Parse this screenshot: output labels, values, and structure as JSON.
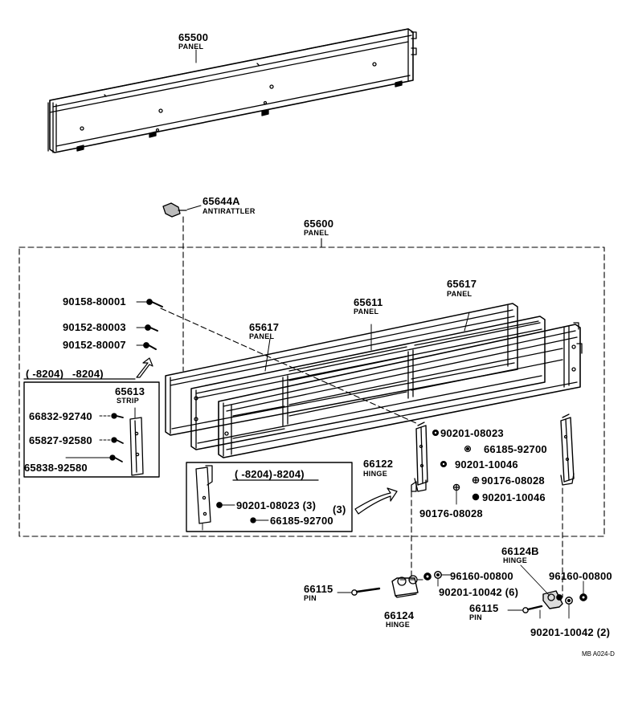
{
  "parts": {
    "p65500": {
      "number": "65500",
      "name": "PANEL"
    },
    "p65644a": {
      "number": "65644A",
      "name": "ANTIRATTLER"
    },
    "p65600": {
      "number": "65600",
      "name": "PANEL"
    },
    "p65617a": {
      "number": "65617",
      "name": "PANEL"
    },
    "p65617b": {
      "number": "65617",
      "name": "PANEL"
    },
    "p65611": {
      "number": "65611",
      "name": "PANEL"
    },
    "p65613": {
      "number": "65613",
      "name": "STRIP"
    },
    "p66122": {
      "number": "66122",
      "name": "HINGE"
    },
    "p66124": {
      "number": "66124",
      "name": "HINGE"
    },
    "p66124b": {
      "number": "66124B",
      "name": "HINGE"
    },
    "p66115a": {
      "number": "66115",
      "name": "PIN"
    },
    "p66115b": {
      "number": "66115",
      "name": "PIN"
    }
  },
  "fasteners": {
    "f90158": "90158-80001",
    "f90152a": "90152-80003",
    "f90152b": "90152-80007",
    "f66832": "66832-92740",
    "f65827": "65827-92580",
    "f65838": "65838-92580",
    "f90201_08023": "90201-08023",
    "f66185": "66185-92700",
    "f90201_10046a": "90201-10046",
    "f90176a": "90176-08028",
    "f90201_10046b": "90201-10046",
    "f90176b": "90176-08028",
    "f90201_08023_3": "90201-08023 (3)",
    "f_qty3": "(3)",
    "f66185_inset": "66185-92700",
    "f96160a": "96160-00800",
    "f90201_10042_6": "90201-10042 (6)",
    "f96160b": "96160-00800",
    "f90201_10042_2": "90201-10042 (2)"
  },
  "insets": {
    "strip_range": "(      -8204)",
    "hinge_range": "(      -8204)"
  },
  "footer": {
    "code": "MB A024-D"
  }
}
